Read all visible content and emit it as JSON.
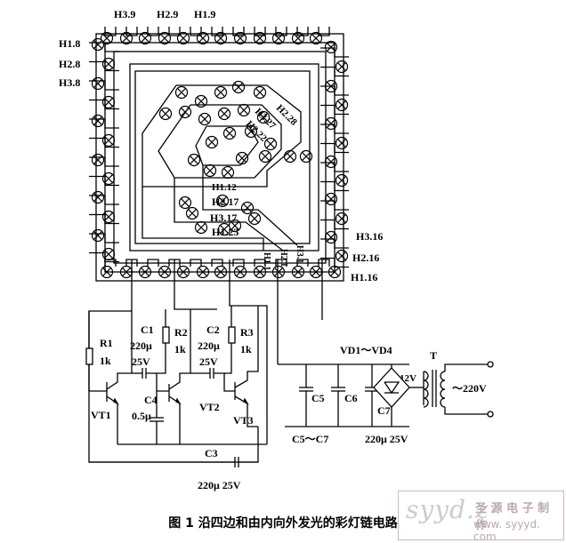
{
  "figure": {
    "caption": "图 1   沿四边和由内向外发光的彩灯链电路"
  },
  "watermark": {
    "logo_text": "syyd.z",
    "line1": "圣 源 电 子 制 作",
    "line2": "www. syyyd. com"
  },
  "labels": {
    "h39": "H3.9",
    "h29": "H2.9",
    "h19": "H1.9",
    "h18": "H1.8",
    "h28": "H2.8",
    "h38": "H3.8",
    "h228": "H2.28",
    "h327": "H3.27",
    "h222": "H2.22",
    "h112": "H1.12",
    "h217": "H2.17",
    "h317": "H3.17",
    "h123": "H1.23",
    "h11": "H1.1",
    "h21": "H2.1",
    "h31": "H3.1",
    "h316": "H3.16",
    "h216": "H2.16",
    "h116": "H1.16"
  },
  "components": {
    "r1": "R1",
    "r1v": "1k",
    "r2": "R2",
    "r2v": "1k",
    "r3": "R3",
    "r3v": "1k",
    "c1": "C1",
    "c1v": "220μ",
    "c1v2": "25V",
    "c2": "C2",
    "c2v": "220μ",
    "c2v2": "25V",
    "c3": "C3",
    "c3v": "220μ 25V",
    "c4": "C4",
    "c4v": "0.5μ",
    "c5": "C5",
    "c6": "C6",
    "c7": "C7",
    "c57": "C5～C7",
    "c57v": "220μ 25V",
    "vt1": "VT1",
    "vt2": "VT2",
    "vt3": "VT3",
    "vd": "VD1～VD4",
    "t": "T",
    "v12": "12V",
    "v220": "～220V"
  }
}
